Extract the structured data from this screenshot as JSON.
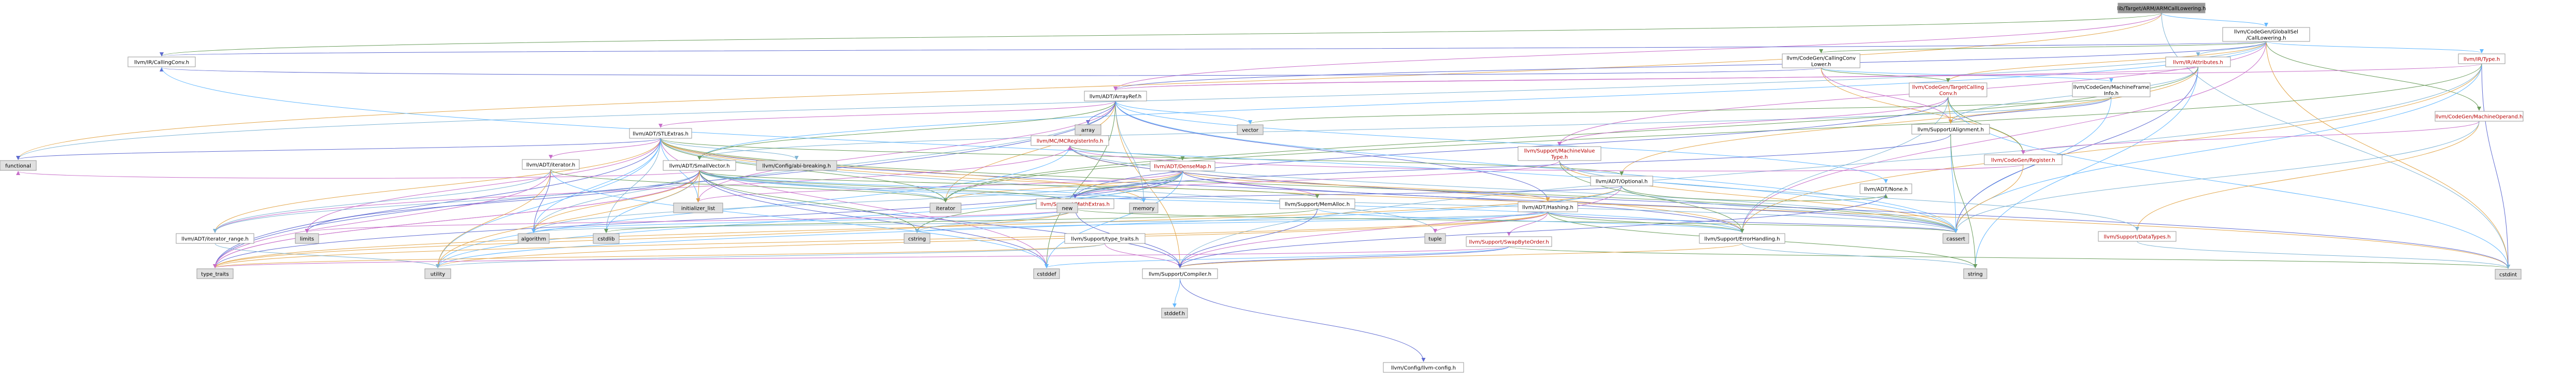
{
  "colors": {
    "background": "#ffffff",
    "root_fill": "#999999",
    "default_fill": "#ffffff",
    "external_fill": "#e0e0e0",
    "border": "#999999",
    "link_text": "#000000",
    "truncated_text": "#b70000",
    "edge_a": "#63b8ff",
    "edge_b": "#6a9c5c",
    "edge_c": "#c76ec9",
    "edge_d": "#e2a64b",
    "edge_e": "#7fb4d4",
    "edge_f": "#5f6bd1"
  },
  "nodes": [
    {
      "id": "root",
      "lines": [
        "lib/Target/ARM/ARMCallLowering.h"
      ],
      "kind": "root"
    },
    {
      "id": "gcl",
      "lines": [
        "llvm/CodeGen/GlobalISel",
        "/CallLowering.h"
      ],
      "kind": "normal"
    },
    {
      "id": "callconv",
      "lines": [
        "llvm/IR/CallingConv.h"
      ],
      "kind": "normal"
    },
    {
      "id": "arrayref",
      "lines": [
        "llvm/ADT/ArrayRef.h"
      ],
      "kind": "normal"
    },
    {
      "id": "functional",
      "lines": [
        "functional"
      ],
      "kind": "external"
    },
    {
      "id": "cstdint",
      "lines": [
        "cstdint"
      ],
      "kind": "external"
    },
    {
      "id": "cgccl",
      "lines": [
        "llvm/CodeGen/CallingConv",
        "Lower.h"
      ],
      "kind": "normal"
    },
    {
      "id": "mfi",
      "lines": [
        "llvm/CodeGen/MachineFrame",
        "Info.h"
      ],
      "kind": "normal"
    },
    {
      "id": "attributes",
      "lines": [
        "llvm/IR/Attributes.h"
      ],
      "kind": "truncated"
    },
    {
      "id": "type",
      "lines": [
        "llvm/IR/Type.h"
      ],
      "kind": "truncated"
    },
    {
      "id": "tlc",
      "lines": [
        "llvm/CodeGen/TargetCalling",
        "Conv.h"
      ],
      "kind": "truncated"
    },
    {
      "id": "mo",
      "lines": [
        "llvm/CodeGen/MachineOperand.h"
      ],
      "kind": "truncated"
    },
    {
      "id": "stlextras",
      "lines": [
        "llvm/ADT/STLExtras.h"
      ],
      "kind": "normal"
    },
    {
      "id": "mcreg",
      "lines": [
        "llvm/MC/MCRegisterInfo.h"
      ],
      "kind": "truncated"
    },
    {
      "id": "array",
      "lines": [
        "array"
      ],
      "kind": "external"
    },
    {
      "id": "vector",
      "lines": [
        "vector"
      ],
      "kind": "external"
    },
    {
      "id": "alignment",
      "lines": [
        "llvm/Support/Alignment.h"
      ],
      "kind": "normal"
    },
    {
      "id": "mvt",
      "lines": [
        "llvm/Support/MachineValue",
        "Type.h"
      ],
      "kind": "truncated"
    },
    {
      "id": "register",
      "lines": [
        "llvm/CodeGen/Register.h"
      ],
      "kind": "truncated"
    },
    {
      "id": "iterator",
      "lines": [
        "llvm/ADT/iterator.h"
      ],
      "kind": "normal"
    },
    {
      "id": "smallvector",
      "lines": [
        "llvm/ADT/SmallVector.h"
      ],
      "kind": "normal"
    },
    {
      "id": "abibreaking",
      "lines": [
        "llvm/Config/abi-breaking.h"
      ],
      "kind": "external"
    },
    {
      "id": "densemap",
      "lines": [
        "llvm/ADT/DenseMap.h"
      ],
      "kind": "truncated"
    },
    {
      "id": "optional",
      "lines": [
        "llvm/ADT/Optional.h"
      ],
      "kind": "normal"
    },
    {
      "id": "none",
      "lines": [
        "llvm/ADT/None.h"
      ],
      "kind": "normal"
    },
    {
      "id": "hashing",
      "lines": [
        "llvm/ADT/Hashing.h"
      ],
      "kind": "normal"
    },
    {
      "id": "mathextras",
      "lines": [
        "llvm/Support/MathExtras.h"
      ],
      "kind": "truncated"
    },
    {
      "id": "memalloc",
      "lines": [
        "llvm/Support/MemAlloc.h"
      ],
      "kind": "normal"
    },
    {
      "id": "swapbyte",
      "lines": [
        "llvm/Support/SwapByteOrder.h"
      ],
      "kind": "truncated"
    },
    {
      "id": "datatypes",
      "lines": [
        "llvm/Support/DataTypes.h"
      ],
      "kind": "truncated"
    },
    {
      "id": "iterrange",
      "lines": [
        "llvm/ADT/iterator_range.h"
      ],
      "kind": "normal"
    },
    {
      "id": "initlist",
      "lines": [
        "initializer_list"
      ],
      "kind": "external"
    },
    {
      "id": "iteratorstd",
      "lines": [
        "iterator"
      ],
      "kind": "external"
    },
    {
      "id": "new",
      "lines": [
        "new"
      ],
      "kind": "external"
    },
    {
      "id": "memory",
      "lines": [
        "memory"
      ],
      "kind": "external"
    },
    {
      "id": "limits",
      "lines": [
        "limits"
      ],
      "kind": "external"
    },
    {
      "id": "algorithm",
      "lines": [
        "algorithm"
      ],
      "kind": "external"
    },
    {
      "id": "cstdlib",
      "lines": [
        "cstdlib"
      ],
      "kind": "external"
    },
    {
      "id": "cstring",
      "lines": [
        "cstring"
      ],
      "kind": "external"
    },
    {
      "id": "typetraits_llvm",
      "lines": [
        "llvm/Support/type_traits.h"
      ],
      "kind": "normal"
    },
    {
      "id": "tuple",
      "lines": [
        "tuple"
      ],
      "kind": "external"
    },
    {
      "id": "errorhandling",
      "lines": [
        "llvm/Support/ErrorHandling.h"
      ],
      "kind": "normal"
    },
    {
      "id": "cassert",
      "lines": [
        "cassert"
      ],
      "kind": "external"
    },
    {
      "id": "type_traits",
      "lines": [
        "type_traits"
      ],
      "kind": "external"
    },
    {
      "id": "utility",
      "lines": [
        "utility"
      ],
      "kind": "external"
    },
    {
      "id": "cstddef",
      "lines": [
        "cstddef"
      ],
      "kind": "external"
    },
    {
      "id": "compiler",
      "lines": [
        "llvm/Support/Compiler.h"
      ],
      "kind": "normal"
    },
    {
      "id": "string",
      "lines": [
        "string"
      ],
      "kind": "external"
    },
    {
      "id": "cstddefh",
      "lines": [
        "stddef.h"
      ],
      "kind": "external"
    },
    {
      "id": "llvmconfig",
      "lines": [
        "llvm/Config/llvm-config.h"
      ],
      "kind": "normal"
    }
  ],
  "edges": [
    [
      "root",
      "gcl"
    ],
    [
      "root",
      "callconv"
    ],
    [
      "root",
      "arrayref"
    ],
    [
      "root",
      "functional"
    ],
    [
      "root",
      "cstdint"
    ],
    [
      "gcl",
      "arrayref"
    ],
    [
      "gcl",
      "smallvector"
    ],
    [
      "gcl",
      "cgccl"
    ],
    [
      "gcl",
      "mvt"
    ],
    [
      "gcl",
      "tlc"
    ],
    [
      "gcl",
      "attributes"
    ],
    [
      "gcl",
      "callconv"
    ],
    [
      "gcl",
      "type"
    ],
    [
      "gcl",
      "mo"
    ],
    [
      "gcl",
      "errorhandling"
    ],
    [
      "gcl",
      "cstdint"
    ],
    [
      "gcl",
      "functional"
    ],
    [
      "cgccl",
      "callconv"
    ],
    [
      "cgccl",
      "mfi"
    ],
    [
      "cgccl",
      "tlc"
    ],
    [
      "cgccl",
      "alignment"
    ],
    [
      "cgccl",
      "register"
    ],
    [
      "mfi",
      "smallvector"
    ],
    [
      "mfi",
      "alignment"
    ],
    [
      "mfi",
      "cassert"
    ],
    [
      "mfi",
      "vector"
    ],
    [
      "attributes",
      "arrayref"
    ],
    [
      "attributes",
      "optional"
    ],
    [
      "attributes",
      "alignment"
    ],
    [
      "attributes",
      "cassert"
    ],
    [
      "attributes",
      "string"
    ],
    [
      "attributes",
      "iteratorstd"
    ],
    [
      "type",
      "arrayref"
    ],
    [
      "type",
      "errorhandling"
    ],
    [
      "type",
      "compiler"
    ],
    [
      "type",
      "cstdint"
    ],
    [
      "type",
      "cassert"
    ],
    [
      "type",
      "iteratorstd"
    ],
    [
      "tlc",
      "mvt"
    ],
    [
      "tlc",
      "alignment"
    ],
    [
      "tlc",
      "errorhandling"
    ],
    [
      "tlc",
      "mathextras"
    ],
    [
      "tlc",
      "cstdint"
    ],
    [
      "tlc",
      "register"
    ],
    [
      "mo",
      "register"
    ],
    [
      "mo",
      "datatypes"
    ],
    [
      "mo",
      "cassert"
    ],
    [
      "arrayref",
      "hashing"
    ],
    [
      "arrayref",
      "none"
    ],
    [
      "arrayref",
      "smallvector"
    ],
    [
      "arrayref",
      "stlextras"
    ],
    [
      "arrayref",
      "compiler"
    ],
    [
      "arrayref",
      "algorithm"
    ],
    [
      "arrayref",
      "array"
    ],
    [
      "arrayref",
      "cassert"
    ],
    [
      "arrayref",
      "cstddef"
    ],
    [
      "arrayref",
      "initlist"
    ],
    [
      "arrayref",
      "iteratorstd"
    ],
    [
      "arrayref",
      "memory"
    ],
    [
      "arrayref",
      "type_traits"
    ],
    [
      "arrayref",
      "vector"
    ],
    [
      "stlextras",
      "optional"
    ],
    [
      "stlextras",
      "iterator"
    ],
    [
      "stlextras",
      "iterrange"
    ],
    [
      "stlextras",
      "abibreaking"
    ],
    [
      "stlextras",
      "errorhandling"
    ],
    [
      "stlextras",
      "algorithm"
    ],
    [
      "stlextras",
      "cassert"
    ],
    [
      "stlextras",
      "cstddef"
    ],
    [
      "stlextras",
      "cstdint"
    ],
    [
      "stlextras",
      "cstdlib"
    ],
    [
      "stlextras",
      "functional"
    ],
    [
      "stlextras",
      "initlist"
    ],
    [
      "stlextras",
      "iteratorstd"
    ],
    [
      "stlextras",
      "limits"
    ],
    [
      "stlextras",
      "memory"
    ],
    [
      "stlextras",
      "tuple"
    ],
    [
      "stlextras",
      "type_traits"
    ],
    [
      "stlextras",
      "utility"
    ],
    [
      "mcreg",
      "densemap"
    ],
    [
      "mcreg",
      "iterrange"
    ],
    [
      "mcreg",
      "errorhandling"
    ],
    [
      "mcreg",
      "cassert"
    ],
    [
      "mcreg",
      "cstdint"
    ],
    [
      "mcreg",
      "utility"
    ],
    [
      "densemap",
      "mathextras"
    ],
    [
      "densemap",
      "memalloc"
    ],
    [
      "densemap",
      "hashing"
    ],
    [
      "densemap",
      "algorithm"
    ],
    [
      "densemap",
      "cassert"
    ],
    [
      "densemap",
      "cstddef"
    ],
    [
      "densemap",
      "cstring"
    ],
    [
      "densemap",
      "initlist"
    ],
    [
      "densemap",
      "iteratorstd"
    ],
    [
      "densemap",
      "new"
    ],
    [
      "densemap",
      "type_traits"
    ],
    [
      "densemap",
      "utility"
    ],
    [
      "optional",
      "none"
    ],
    [
      "optional",
      "compiler"
    ],
    [
      "optional",
      "type_traits"
    ],
    [
      "optional",
      "cassert"
    ],
    [
      "optional",
      "new"
    ],
    [
      "optional",
      "utility"
    ],
    [
      "hashing",
      "errorhandling"
    ],
    [
      "hashing",
      "swapbyte"
    ],
    [
      "hashing",
      "type_traits"
    ],
    [
      "hashing",
      "algorithm"
    ],
    [
      "hashing",
      "cassert"
    ],
    [
      "hashing",
      "cstring"
    ],
    [
      "hashing",
      "string"
    ],
    [
      "hashing",
      "tuple"
    ],
    [
      "hashing",
      "utility"
    ],
    [
      "smallvector",
      "iterrange"
    ],
    [
      "smallvector",
      "compiler"
    ],
    [
      "smallvector",
      "errorhandling"
    ],
    [
      "smallvector",
      "memalloc"
    ],
    [
      "smallvector",
      "type_traits"
    ],
    [
      "smallvector",
      "algorithm"
    ],
    [
      "smallvector",
      "cassert"
    ],
    [
      "smallvector",
      "cstddef"
    ],
    [
      "smallvector",
      "cstdlib"
    ],
    [
      "smallvector",
      "cstring"
    ],
    [
      "smallvector",
      "functional"
    ],
    [
      "smallvector",
      "initlist"
    ],
    [
      "smallvector",
      "iteratorstd"
    ],
    [
      "smallvector",
      "limits"
    ],
    [
      "smallvector",
      "memory"
    ],
    [
      "smallvector",
      "new"
    ],
    [
      "smallvector",
      "type_traits"
    ],
    [
      "smallvector",
      "utility"
    ],
    [
      "iterator",
      "iterrange"
    ],
    [
      "iterator",
      "algorithm"
    ],
    [
      "iterator",
      "cstddef"
    ],
    [
      "iterator",
      "iteratorstd"
    ],
    [
      "iterator",
      "type_traits"
    ],
    [
      "iterator",
      "utility"
    ],
    [
      "iterrange",
      "utility"
    ],
    [
      "mathextras",
      "compiler"
    ],
    [
      "mathextras",
      "algorithm"
    ],
    [
      "mathextras",
      "cassert"
    ],
    [
      "mathextras",
      "limits"
    ],
    [
      "mathextras",
      "type_traits"
    ],
    [
      "mathextras",
      "cstring"
    ],
    [
      "memalloc",
      "compiler"
    ],
    [
      "memalloc",
      "errorhandling"
    ],
    [
      "memalloc",
      "cstdlib"
    ],
    [
      "typetraits_llvm",
      "compiler"
    ],
    [
      "typetraits_llvm",
      "type_traits"
    ],
    [
      "typetraits_llvm",
      "utility"
    ],
    [
      "swapbyte",
      "compiler"
    ],
    [
      "swapbyte",
      "cstddef"
    ],
    [
      "swapbyte",
      "cstdint"
    ],
    [
      "swapbyte",
      "type_traits"
    ],
    [
      "errorhandling",
      "compiler"
    ],
    [
      "errorhandling",
      "string"
    ],
    [
      "compiler",
      "llvmconfig"
    ],
    [
      "compiler",
      "cstddefh"
    ],
    [
      "mvt",
      "errorhandling"
    ],
    [
      "mvt",
      "mathextras"
    ],
    [
      "mvt",
      "cassert"
    ],
    [
      "mvt",
      "datatypes"
    ],
    [
      "alignment",
      "mathextras"
    ],
    [
      "alignment",
      "cassert"
    ],
    [
      "alignment",
      "string"
    ],
    [
      "register",
      "mcreg"
    ],
    [
      "register",
      "cassert"
    ],
    [
      "datatypes",
      "cstdint"
    ],
    [
      "none",
      "compiler"
    ],
    [
      "callconv",
      "cassert"
    ]
  ]
}
